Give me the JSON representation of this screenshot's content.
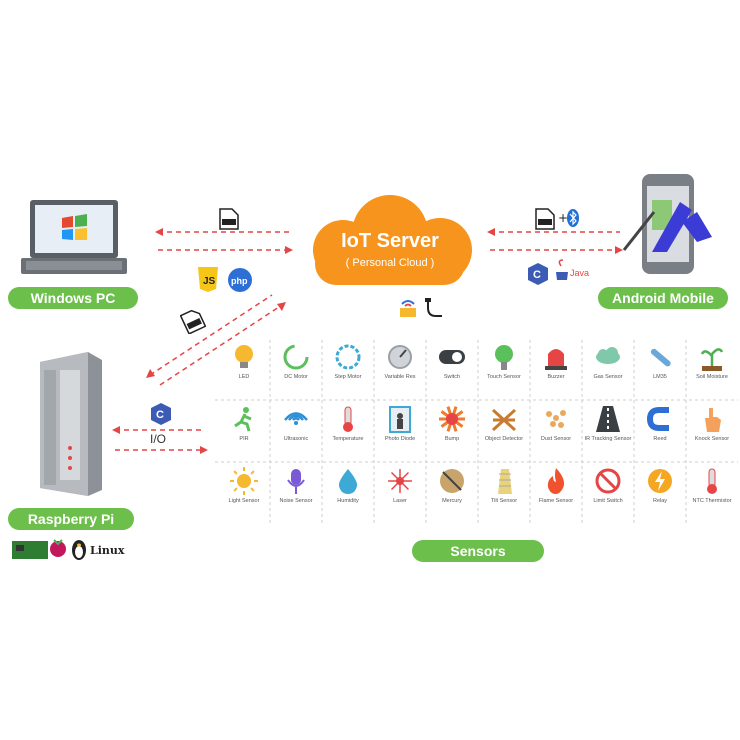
{
  "server": {
    "title": "IoT Server",
    "subtitle": "( Personal Cloud )"
  },
  "devices": {
    "windows": "Windows PC",
    "android": "Android Mobile",
    "raspberry": "Raspberry Pi",
    "sensors": "Sensors"
  },
  "io_label": "I/O",
  "linux_label": "Linux",
  "icon_text": {
    "php": "php",
    "java": "Java",
    "c": "C",
    "js": "JS"
  },
  "sensors": [
    {
      "label": "LED",
      "icon": "bulb-icon",
      "color": "#f5b82e"
    },
    {
      "label": "DC Motor",
      "icon": "motor-icon",
      "color": "#5bbf5b"
    },
    {
      "label": "Step Motor",
      "icon": "step-motor-icon",
      "color": "#3fa9d6"
    },
    {
      "label": "Variable Res",
      "icon": "knob-icon",
      "color": "#9aa0a6"
    },
    {
      "label": "Switch",
      "icon": "switch-icon",
      "color": "#3a3f44"
    },
    {
      "label": "Touch Sensor",
      "icon": "touch-icon",
      "color": "#5bbf5b"
    },
    {
      "label": "Buzzer",
      "icon": "siren-icon",
      "color": "#e64545"
    },
    {
      "label": "Gas Sensor",
      "icon": "gas-icon",
      "color": "#7fc8a9"
    },
    {
      "label": "LM35",
      "icon": "probe-icon",
      "color": "#6aa8d8"
    },
    {
      "label": "Soil Moisture",
      "icon": "plant-icon",
      "color": "#8b5a2b"
    },
    {
      "label": "PIR",
      "icon": "walker-icon",
      "color": "#5bbf5b"
    },
    {
      "label": "Ultrasonic",
      "icon": "wifi-icon",
      "color": "#2e8fd6"
    },
    {
      "label": "Temperature",
      "icon": "thermometer-icon",
      "color": "#e64545"
    },
    {
      "label": "Photo Diode",
      "icon": "door-icon",
      "color": "#3fa9d6"
    },
    {
      "label": "Bump",
      "icon": "burst-icon",
      "color": "#f07a2e"
    },
    {
      "label": "Object Detector",
      "icon": "fence-icon",
      "color": "#c97b30"
    },
    {
      "label": "Dust Sensor",
      "icon": "dust-icon",
      "color": "#e8a95c"
    },
    {
      "label": "IR Tracking Sensor",
      "icon": "road-icon",
      "color": "#3a3f44"
    },
    {
      "label": "Reed",
      "icon": "magnet-icon",
      "color": "#2e6fd6"
    },
    {
      "label": "Knock Sensor",
      "icon": "hand-icon",
      "color": "#f5a05b"
    },
    {
      "label": "Light Sensor",
      "icon": "sun-icon",
      "color": "#f5b82e"
    },
    {
      "label": "Noise Sensor",
      "icon": "mic-icon",
      "color": "#7a5ad6"
    },
    {
      "label": "Humidity",
      "icon": "drop-icon",
      "color": "#3fa9d6"
    },
    {
      "label": "Laser",
      "icon": "laser-icon",
      "color": "#e64545"
    },
    {
      "label": "Mercury",
      "icon": "tilt-icon",
      "color": "#c9a46a"
    },
    {
      "label": "Tilt Sensor",
      "icon": "tower-icon",
      "color": "#e8d27a"
    },
    {
      "label": "Flame Sensor",
      "icon": "flame-icon",
      "color": "#f0522e"
    },
    {
      "label": "Limit Switch",
      "icon": "no-icon",
      "color": "#e64545"
    },
    {
      "label": "Relay",
      "icon": "bolt-icon",
      "color": "#f5a623"
    },
    {
      "label": "NTC Thermistor",
      "icon": "ntc-icon",
      "color": "#e64545"
    }
  ],
  "colors": {
    "green": "#6cbf4a",
    "cloud": "#f7941d",
    "arrow": "#e64545",
    "grid": "#cfcfcf"
  }
}
